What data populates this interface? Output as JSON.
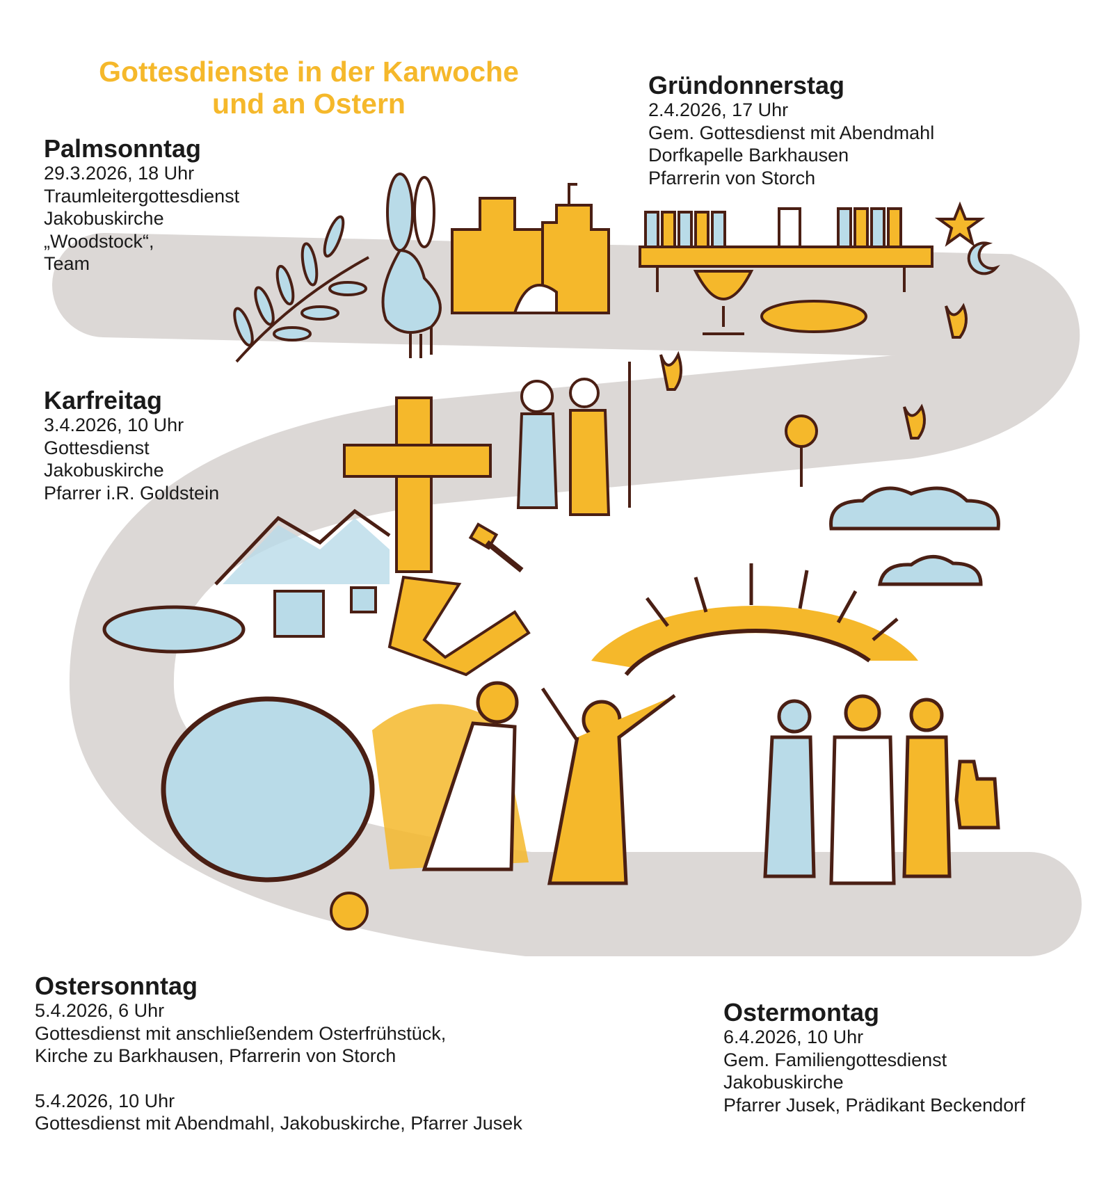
{
  "title": {
    "line1": "Gottesdienste in der Karwoche",
    "line2": "und an Ostern"
  },
  "colors": {
    "title": "#f5b82b",
    "path_grey": "#dcd8d6",
    "yellow": "#f5b82b",
    "blue": "#b9dbe8",
    "ink": "#4a1f14"
  },
  "services": {
    "palmsonntag": {
      "heading": "Palmsonntag",
      "lines": [
        "29.3.2026, 18 Uhr",
        "Traumleitergottesdienst",
        "Jakobuskirche",
        "„Woodstock“,",
        "Team"
      ]
    },
    "gruendonnerstag": {
      "heading": "Gründonnerstag",
      "lines": [
        "2.4.2026, 17 Uhr",
        "Gem. Gottesdienst mit Abendmahl",
        "Dorfkapelle Barkhausen",
        "Pfarrerin von Storch"
      ]
    },
    "karfreitag": {
      "heading": "Karfreitag",
      "lines": [
        "3.4.2026, 10 Uhr",
        "Gottesdienst",
        "Jakobuskirche",
        "Pfarrer i.R. Goldstein"
      ]
    },
    "ostersonntag": {
      "heading": "Ostersonntag",
      "lines": [
        "5.4.2026, 6 Uhr",
        "Gottesdienst mit anschließendem Osterfrühstück,",
        "Kirche zu Barkhausen, Pfarrerin von Storch",
        "5.4.2026, 10 Uhr",
        "Gottesdienst mit Abendmahl, Jakobuskirche, Pfarrer Jusek"
      ]
    },
    "ostermontag": {
      "heading": "Ostermontag",
      "lines": [
        "6.4.2026, 10 Uhr",
        "Gem. Familiengottesdienst",
        "Jakobuskirche",
        "Pfarrer Jusek, Prädikant Beckendorf"
      ]
    }
  }
}
